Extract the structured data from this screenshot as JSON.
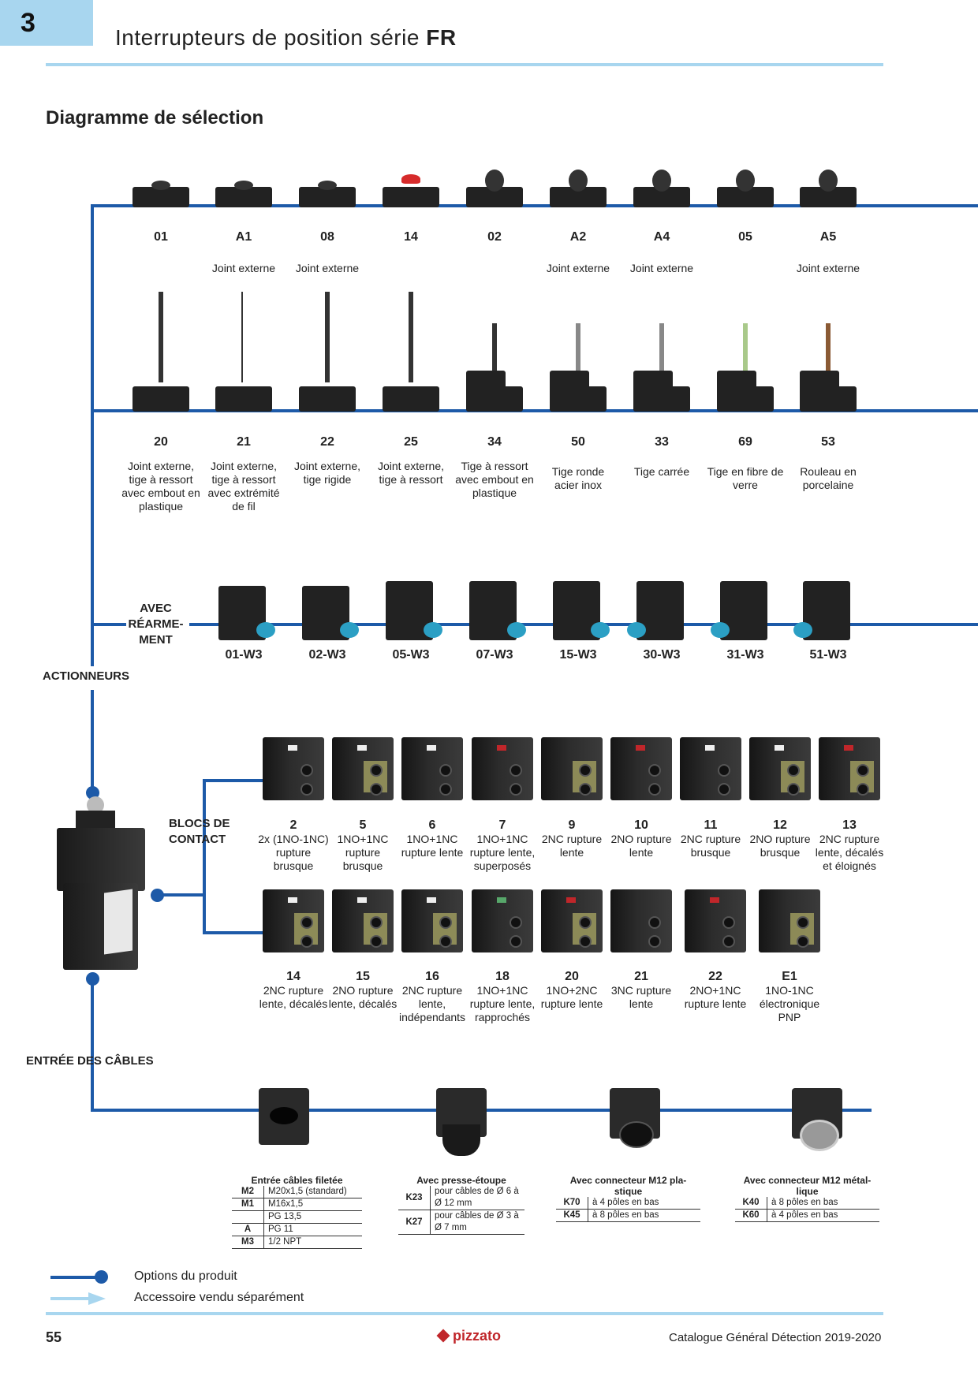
{
  "header": {
    "chapter": "3",
    "title_prefix": "Interrupteurs de position série ",
    "title_bold": "FR"
  },
  "section_title": "Diagramme de sélection",
  "row1": [
    {
      "code": "01",
      "note": ""
    },
    {
      "code": "A1",
      "note": "Joint externe"
    },
    {
      "code": "08",
      "note": "Joint externe"
    },
    {
      "code": "14",
      "note": ""
    },
    {
      "code": "02",
      "note": ""
    },
    {
      "code": "A2",
      "note": "Joint externe"
    },
    {
      "code": "A4",
      "note": "Joint externe"
    },
    {
      "code": "05",
      "note": ""
    },
    {
      "code": "A5",
      "note": "Joint externe"
    }
  ],
  "row2": [
    {
      "code": "20",
      "desc": "Joint externe, tige à ressort avec embout en plastique"
    },
    {
      "code": "21",
      "desc": "Joint externe, tige à ressort avec extrémité de fil"
    },
    {
      "code": "22",
      "desc": "Joint externe, tige rigide"
    },
    {
      "code": "25",
      "desc": "Joint externe, tige à ressort"
    },
    {
      "code": "34",
      "desc": "Tige à ressort avec embout en plastique"
    },
    {
      "code": "50",
      "desc": "Tige ronde acier inox"
    },
    {
      "code": "33",
      "desc": "Tige carrée"
    },
    {
      "code": "69",
      "desc": "Tige en fibre de verre"
    },
    {
      "code": "53",
      "desc": "Rouleau en porcelaine"
    }
  ],
  "reset_label": "AVEC RÉARME- MENT",
  "row3": [
    "01-W3",
    "02-W3",
    "05-W3",
    "07-W3",
    "15-W3",
    "30-W3",
    "31-W3",
    "51-W3"
  ],
  "actionneurs_label": "ACTIONNEURS",
  "contact_label": "BLOCS DE CONTACT",
  "contacts_row1": [
    {
      "code": "2",
      "desc": "2x (1NO-1NC) rupture brusque",
      "win": "white"
    },
    {
      "code": "5",
      "desc": "1NO+1NC rupture brusque",
      "win": "white"
    },
    {
      "code": "6",
      "desc": "1NO+1NC rupture lente",
      "win": "white"
    },
    {
      "code": "7",
      "desc": "1NO+1NC rupture lente, superposés",
      "win": "red"
    },
    {
      "code": "9",
      "desc": "2NC rupture lente",
      "win": "none"
    },
    {
      "code": "10",
      "desc": "2NO rupture lente",
      "win": "red"
    },
    {
      "code": "11",
      "desc": "2NC rupture brusque",
      "win": "white"
    },
    {
      "code": "12",
      "desc": "2NO rupture brusque",
      "win": "white"
    },
    {
      "code": "13",
      "desc": "2NC rupture lente, décalés et éloignés",
      "win": "red"
    }
  ],
  "contacts_row2": [
    {
      "code": "14",
      "desc": "2NC rupture lente, décalés",
      "win": "white"
    },
    {
      "code": "15",
      "desc": "2NO rupture lente, décalés",
      "win": "white"
    },
    {
      "code": "16",
      "desc": "2NC rupture lente, indépendants",
      "win": "white"
    },
    {
      "code": "18",
      "desc": "1NO+1NC rupture lente, rapprochés",
      "win": "green"
    },
    {
      "code": "20",
      "desc": "1NO+2NC rupture lente",
      "win": "red"
    },
    {
      "code": "21",
      "desc": "3NC rupture lente",
      "win": "none"
    },
    {
      "code": "22",
      "desc": "2NO+1NC rupture lente",
      "win": "red"
    },
    {
      "code": "E1",
      "desc": "1NO-1NC électronique PNP",
      "win": "none"
    }
  ],
  "cable_label": "ENTRÉE DES CÂBLES",
  "cable_tables": {
    "threaded": {
      "title": "Entrée câbles filetée",
      "rows": [
        [
          "M2",
          "M20x1,5 (standard)"
        ],
        [
          "M1",
          "M16x1,5"
        ],
        [
          "",
          "PG 13,5"
        ],
        [
          "A",
          "PG 11"
        ],
        [
          "M3",
          "1/2 NPT"
        ]
      ]
    },
    "gland": {
      "title": "Avec presse-étoupe",
      "rows": [
        [
          "K23",
          "pour câbles de Ø 6 à Ø 12 mm"
        ],
        [
          "K27",
          "pour câbles de Ø 3 à Ø 7 mm"
        ]
      ]
    },
    "m12_plastic": {
      "title": "Avec connecteur M12 pla- stique",
      "rows": [
        [
          "K70",
          "à 4 pôles en bas"
        ],
        [
          "K45",
          "à 8 pôles en bas"
        ]
      ]
    },
    "m12_metal": {
      "title": "Avec connecteur M12 métal- lique",
      "rows": [
        [
          "K40",
          "à 8 pôles en bas"
        ],
        [
          "K60",
          "à 4 pôles en bas"
        ]
      ]
    }
  },
  "legend": {
    "options": "Options du produit",
    "accessory": "Accessoire vendu séparément"
  },
  "footer": {
    "page": "55",
    "brand": "pizzato",
    "catalogue": "Catalogue Général Détection 2019-2020"
  },
  "colors": {
    "line": "#1d5aa8",
    "accent": "#a8d6ef",
    "brand": "#c0262a"
  }
}
